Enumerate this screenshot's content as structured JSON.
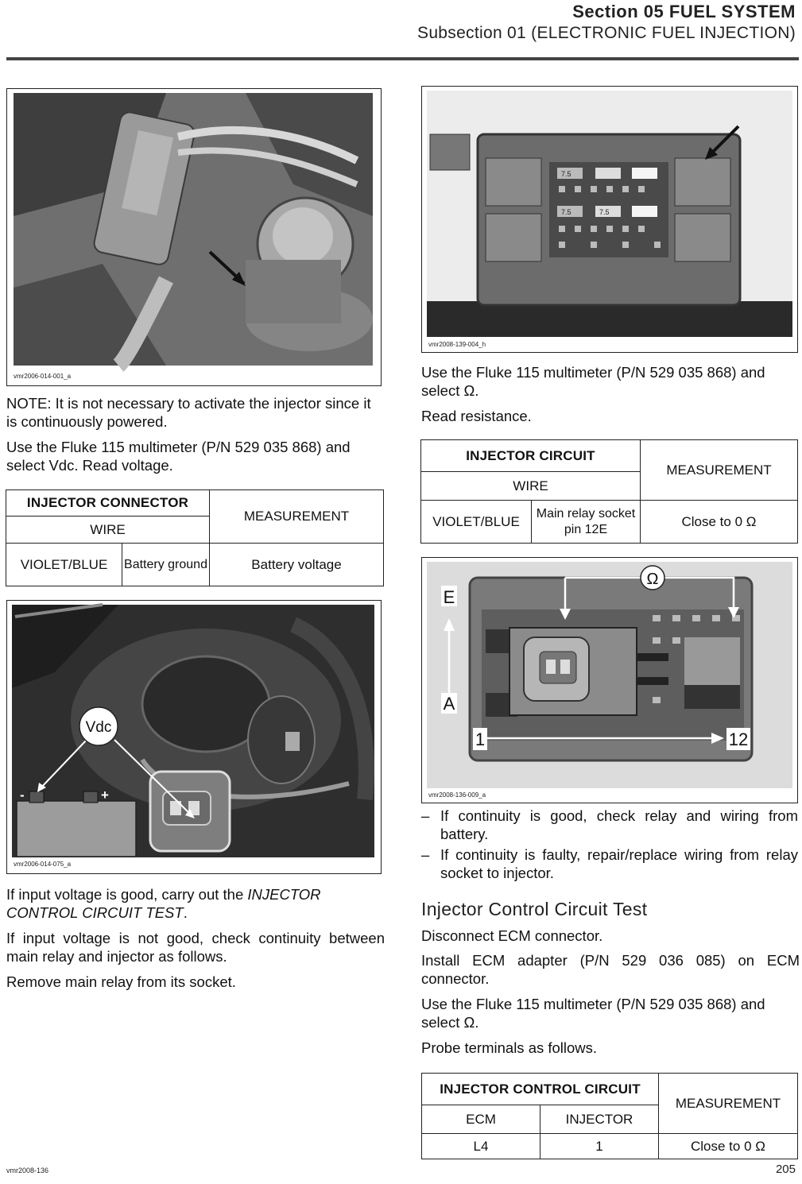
{
  "header": {
    "section": "Section 05 FUEL SYSTEM",
    "subsection": "Subsection 01 (ELECTRONIC FUEL INJECTION)"
  },
  "photos": {
    "p1_caption": "vmr2006-014-001_a",
    "p2_caption": "vmr2006-014-075_a",
    "p2_vdc": "Vdc",
    "p2_minus": "-",
    "p2_plus": "+",
    "p3_caption": "vmr2008-139-004_h",
    "p4_caption": "vmr2008-136-009_a",
    "p4_ohm": "Ω",
    "p4_e": "E",
    "p4_a": "A",
    "p4_1": "1",
    "p4_12": "12",
    "fuse_75": "7.5"
  },
  "left": {
    "note": "NOTE: It is not necessary to activate the injector since it is continuously powered.",
    "use_vdc": "Use the Fluke 115 multimeter (P/N 529 035 868) and select Vdc. Read voltage.",
    "if_good_pre": "If input voltage is good, carry out the ",
    "if_good_italic": "INJECTOR CONTROL CIRCUIT TEST",
    "if_good_post": ".",
    "if_not_good": "If input voltage is not good, check continuity between main relay and injector as follows.",
    "remove_relay": "Remove main relay from its socket."
  },
  "table1": {
    "title": "INJECTOR CONNECTOR",
    "sub": "WIRE",
    "measure_head": "MEASUREMENT",
    "c1": "VIOLET/BLUE",
    "c2": "Battery ground",
    "c3": "Battery voltage"
  },
  "right": {
    "use_ohm": "Use the Fluke 115 multimeter (P/N 529 035 868) and select Ω.",
    "read_res": "Read resistance.",
    "bullet1": "If continuity is good, check relay and wiring from battery.",
    "bullet2": "If continuity is faulty, repair/replace wiring from relay socket to injector.",
    "heading": "Injector Control Circuit Test",
    "disconnect": "Disconnect ECM connector.",
    "install": "Install ECM adapter (P/N 529 036 085) on ECM connector.",
    "use_ohm2": "Use the Fluke 115 multimeter (P/N 529 035 868) and select Ω.",
    "probe": "Probe terminals as follows."
  },
  "table2": {
    "title": "INJECTOR CIRCUIT",
    "sub": "WIRE",
    "measure_head": "MEASUREMENT",
    "c1": "VIOLET/BLUE",
    "c2": "Main relay socket pin 12E",
    "c3": "Close to 0 Ω"
  },
  "table3": {
    "title": "INJECTOR CONTROL CIRCUIT",
    "sub1": "ECM",
    "sub2": "INJECTOR",
    "measure_head": "MEASUREMENT",
    "c1": "L4",
    "c2": "1",
    "c3": "Close to 0 Ω"
  },
  "footer": {
    "id": "vmr2008-136",
    "page": "205"
  }
}
